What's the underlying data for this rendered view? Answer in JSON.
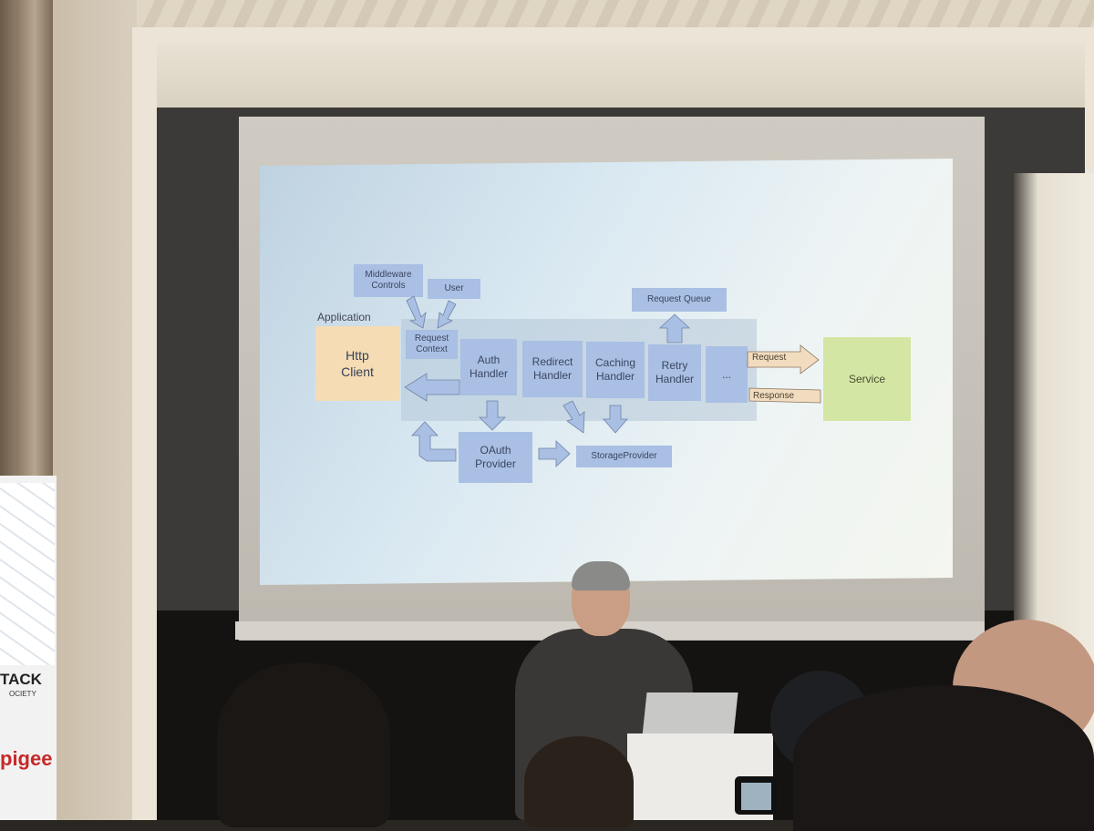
{
  "slide": {
    "application_label": "Application",
    "app_box": "Http\nClient",
    "middleware_controls": "Middleware\nControls",
    "user": "User",
    "request_context": "Request\nContext",
    "request_queue": "Request Queue",
    "auth_handler": "Auth\nHandler",
    "redirect_handler": "Redirect\nHandler",
    "caching_handler": "Caching\nHandler",
    "retry_handler": "Retry\nHandler",
    "ellipsis": "...",
    "request_arrow": "Request",
    "response_arrow": "Response",
    "service": "Service",
    "oauth_provider": "OAuth\nProvider",
    "storage_provider": "StorageProvider"
  },
  "banner": {
    "stack_text": "TACK",
    "society_text": "OCIETY",
    "apigee_text": "pigee"
  },
  "colors": {
    "handler_box": "#a9bfe3",
    "app_box": "#f5dcb5",
    "service_box": "#d4e6a4",
    "arrow": "#a9bfe3",
    "request_arrow": "#f2dcc0"
  }
}
